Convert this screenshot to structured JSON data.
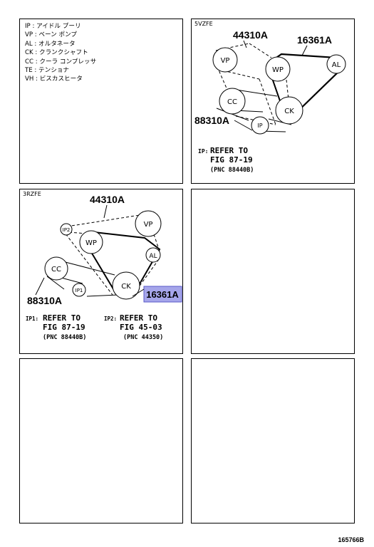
{
  "legend": {
    "items": [
      "IP : アイドル プーリ",
      "VP : ベーン ポンプ",
      "AL : オルタネータ",
      "CK : クランクシャフト",
      "CC : クーラ コンプレッサ",
      "TE : テンショナ",
      "VH : ビスカスヒータ"
    ]
  },
  "panel_5vz": {
    "title": "5VZFE",
    "parts": {
      "belt_top": "44310A",
      "belt_right": "16361A",
      "belt_lower": "88310A"
    },
    "pulleys": {
      "vp": "VP",
      "wp": "WP",
      "al": "AL",
      "cc": "CC",
      "ck": "CK",
      "ip": "IP"
    },
    "note": {
      "prefix": "IP:",
      "line1": "REFER TO",
      "line2": "FIG 87-19",
      "line3": "(PNC 88440B)"
    }
  },
  "panel_3rz": {
    "title": "3RZFE",
    "parts": {
      "belt_top": "44310A",
      "belt_lower": "88310A",
      "highlighted": "16361A"
    },
    "pulleys": {
      "ip2": "IP2",
      "vp": "VP",
      "wp": "WP",
      "al": "AL",
      "cc": "CC",
      "ck": "CK",
      "ip1": "IP1"
    },
    "note1": {
      "prefix": "IP1:",
      "line1": "REFER TO",
      "line2": "FIG 87-19",
      "line3": "(PNC 88440B)"
    },
    "note2": {
      "prefix": "IP2:",
      "line1": "REFER TO",
      "line2": "FIG 45-03",
      "line3": "(PNC 44350)"
    }
  },
  "footer_code": "165766B",
  "colors": {
    "highlight_fill": "#a6a6ea",
    "highlight_stroke": "#5a5ac8",
    "line": "#000000"
  }
}
